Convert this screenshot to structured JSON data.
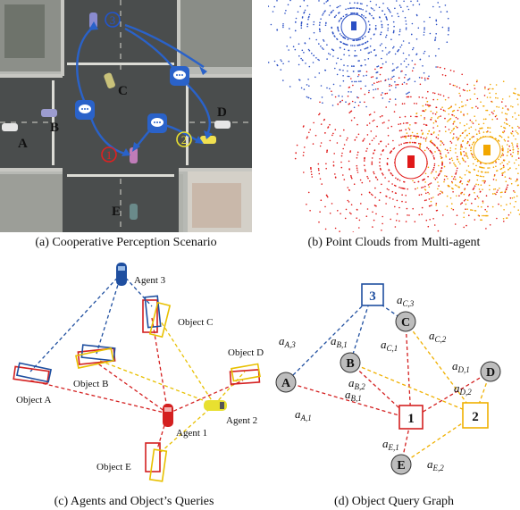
{
  "captions": {
    "a": "(a) Cooperative Perception Scenario",
    "b": "(b) Point Clouds from Multi-agent",
    "c": "(c) Agents and Object’s Queries",
    "d": "(d) Object Query Graph"
  },
  "panel_a": {
    "agent_markers": [
      "1",
      "2",
      "3"
    ],
    "object_labels": [
      "A",
      "B",
      "C",
      "D",
      "E"
    ],
    "colors": {
      "agent1": "#e02020",
      "agent2": "#e8e030",
      "agent3": "#2255cc",
      "arrow": "#2a62c9",
      "bubble": "#2a62c9"
    }
  },
  "panel_b": {
    "colors": {
      "blue": "#2a4fc4",
      "red": "#e01818",
      "yellow": "#f2a700"
    }
  },
  "panel_c": {
    "agents": [
      "Agent 1",
      "Agent 2",
      "Agent 3"
    ],
    "objects": [
      "Object A",
      "Object B",
      "Object C",
      "Object D",
      "Object E"
    ],
    "colors": {
      "agent1": "#d42020",
      "agent2": "#e8c000",
      "agent3": "#1f4fa0"
    }
  },
  "panel_d": {
    "agent_nodes": [
      "1",
      "2",
      "3"
    ],
    "object_nodes": [
      "A",
      "B",
      "C",
      "D",
      "E"
    ],
    "edges": [
      {
        "from": "A",
        "to": "3",
        "main": "a",
        "sub": "A,3"
      },
      {
        "from": "B",
        "to": "3",
        "main": "a",
        "sub": "B,1"
      },
      {
        "from": "C",
        "to": "3",
        "main": "a",
        "sub": "C,3"
      },
      {
        "from": "A",
        "to": "1",
        "main": "a",
        "sub": "A,1"
      },
      {
        "from": "B",
        "to": "1",
        "main": "a",
        "sub": "B,1"
      },
      {
        "from": "B",
        "to": "2",
        "main": "a",
        "sub": "B,2"
      },
      {
        "from": "C",
        "to": "1",
        "main": "a",
        "sub": "C,1"
      },
      {
        "from": "C",
        "to": "2",
        "main": "a",
        "sub": "C,2"
      },
      {
        "from": "D",
        "to": "1",
        "main": "a",
        "sub": "D,1"
      },
      {
        "from": "D",
        "to": "2",
        "main": "a",
        "sub": "D,2"
      },
      {
        "from": "E",
        "to": "1",
        "main": "a",
        "sub": "E,1"
      },
      {
        "from": "E",
        "to": "2",
        "main": "a",
        "sub": "E,2"
      }
    ],
    "colors": {
      "agent1": "#d42020",
      "agent2": "#f0b000",
      "agent3": "#1f4fa0",
      "node_fill": "#bdbdbd"
    }
  }
}
